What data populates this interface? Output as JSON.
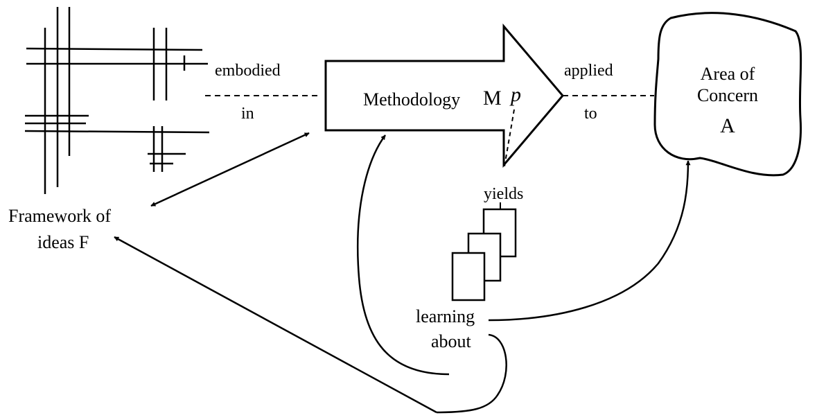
{
  "diagram": {
    "framework_label_line1": "Framework of",
    "framework_label_line2": "ideas F",
    "embodied_label": "embodied",
    "in_label": "in",
    "methodology_label": "Methodology",
    "methodology_symbol": "M",
    "methodology_p": "p",
    "applied_label": "applied",
    "to_label": "to",
    "area_label_line1": "Area of",
    "area_label_line2": "Concern",
    "area_symbol": "A",
    "yields_label": "yields",
    "learning_label": "learning",
    "about_label": "about"
  }
}
